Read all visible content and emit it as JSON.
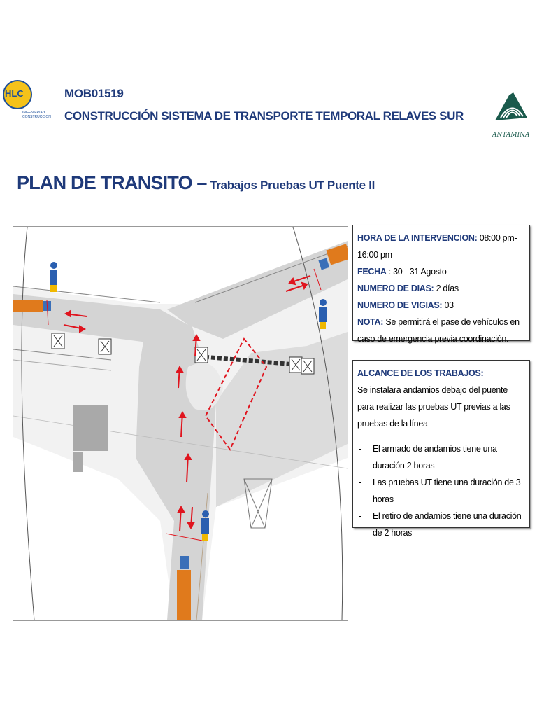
{
  "header": {
    "logo_text": "HLC",
    "logo_sub": "INGENIERIA Y CONSTRUCCION",
    "code": "MOB01519",
    "project": "CONSTRUCCIÓN SISTEMA DE TRANSPORTE TEMPORAL RELAVES SUR",
    "right_logo_text": "ANTAMINA"
  },
  "title": {
    "main": "PLAN DE TRANSITO –",
    "sub": "Trabajos Pruebas UT Puente II"
  },
  "info": {
    "hora_label": "HORA DE LA INTERVENCION:",
    "hora_value": " 08:00 pm- 16:00 pm",
    "fecha_label": "FECHA",
    "fecha_value": " : 30  - 31 Agosto",
    "dias_label": "NUMERO DE DIAS:",
    "dias_value": " 2 días",
    "vigias_label": "NUMERO DE VIGIAS:",
    "vigias_value": " 03",
    "nota_label": "NOTA:",
    "nota_value": " Se permitirá el pase de vehículos en caso de emergencia previa coordinación."
  },
  "scope": {
    "heading": "ALCANCE DE LOS TRABAJOS:",
    "intro": "Se instalara andamios debajo del puente para realizar las pruebas UT previas a las pruebas de la línea",
    "items": [
      "El armado de andamios tiene una duración  2 horas",
      "Las pruebas UT tiene una duración de 3 horas",
      "El retiro de andamios tiene una duración de 2 horas"
    ]
  },
  "colors": {
    "brand_blue": "#1f3a7a",
    "arrow_red": "#e0141e",
    "truck_orange": "#e07a1c",
    "worker_blue": "#2a5fb0",
    "road_gray": "#d4d4d4"
  }
}
